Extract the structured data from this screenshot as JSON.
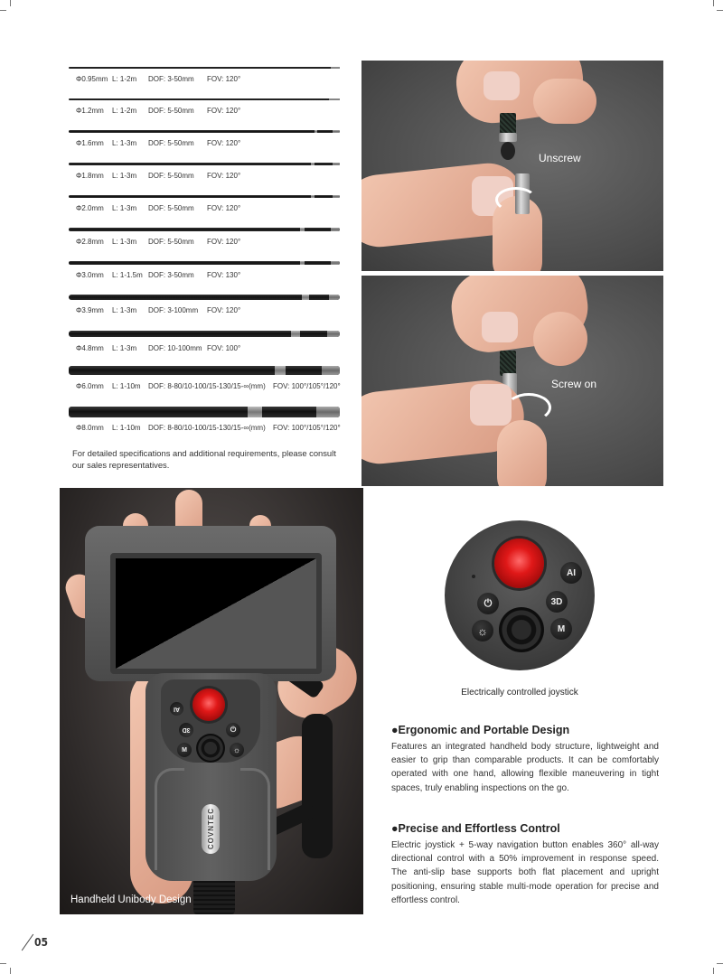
{
  "probes": [
    {
      "diameter": "Φ0.95mm",
      "length": "L: 1-2m",
      "dof": "DOF: 3-50mm",
      "fov": "FOV: 120°"
    },
    {
      "diameter": "Φ1.2mm",
      "length": "L: 1-2m",
      "dof": "DOF: 5-50mm",
      "fov": "FOV: 120°"
    },
    {
      "diameter": "Φ1.6mm",
      "length": "L: 1-3m",
      "dof": "DOF: 5-50mm",
      "fov": "FOV: 120°"
    },
    {
      "diameter": "Φ1.8mm",
      "length": "L: 1-3m",
      "dof": "DOF: 5-50mm",
      "fov": "FOV: 120°"
    },
    {
      "diameter": "Φ2.0mm",
      "length": "L: 1-3m",
      "dof": "DOF: 5-50mm",
      "fov": "FOV: 120°"
    },
    {
      "diameter": "Φ2.8mm",
      "length": "L: 1-3m",
      "dof": "DOF: 5-50mm",
      "fov": "FOV: 120°"
    },
    {
      "diameter": "Φ3.0mm",
      "length": "L: 1-1.5m",
      "dof": "DOF: 3-50mm",
      "fov": "FOV: 130°"
    },
    {
      "diameter": "Φ3.9mm",
      "length": "L: 1-3m",
      "dof": "DOF: 3-100mm",
      "fov": "FOV: 120°"
    },
    {
      "diameter": "Φ4.8mm",
      "length": "L: 1-3m",
      "dof": "DOF: 10-100mm",
      "fov": "FOV: 100°"
    },
    {
      "diameter": "Φ6.0mm",
      "length": "L: 1-10m",
      "dof": "DOF: 8-80/10-100/15-130/15-∞(mm)",
      "fov": "FOV: 100°/105°/120°"
    },
    {
      "diameter": "Φ8.0mm",
      "length": "L: 1-10m",
      "dof": "DOF: 8-80/10-100/15-130/15-∞(mm)",
      "fov": "FOV: 100°/105°/120°"
    }
  ],
  "spec_note": "For detailed specifications and additional requirements, please consult our sales representatives.",
  "photos": {
    "unscrew_label": "Unscrew",
    "screw_on_label": "Screw on"
  },
  "hero": {
    "caption": "Handheld Unibody Design",
    "brand": "COVNTEC",
    "buttons": [
      "AI",
      "3D",
      "M"
    ]
  },
  "closeup": {
    "caption": "Electrically controlled joystick",
    "buttons": [
      "AI",
      "3D",
      "M"
    ]
  },
  "features": [
    {
      "title": "●Ergonomic and Portable Design",
      "body": "Features an integrated handheld body structure, lightweight and easier to grip than comparable products. It can be comfortably operated with one hand, allowing flexible maneuvering in tight spaces, truly enabling inspections on the go."
    },
    {
      "title": "●Precise and Effortless Control",
      "body": "Electric joystick + 5-way navigation button enables 360° all-way directional control with a 50% improvement in response speed. The anti-slip base supports both flat placement and upright positioning, ensuring stable multi-mode operation for precise and effortless control."
    }
  ],
  "page_number": "05"
}
